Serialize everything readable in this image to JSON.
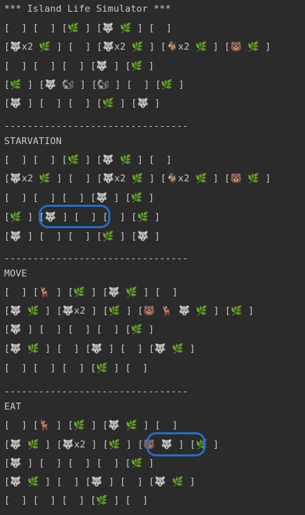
{
  "console": {
    "lines": [
      "*** Island Life Simulator ***",
      "[  ] [  ] [🌿 ] [🐺 🌿 ] [  ]",
      "[🐺x2 🌿 ] [  ] [🐺x2 🌿 ] [🐐x2 🌿 ] [🐻 🌿 ]",
      "[  ] [  ] [  ] [🐺 ] [🌿 ]",
      "[🌿 ] [🐺 🐿 ] [🐿 ] [  ] [🌿 ]",
      "[🐺 ] [  ] [  ] [🌿 ] [🐺 ]",
      "",
      "--------------------------------",
      "STARVATION",
      "[  ] [  ] [🌿 ] [🐺 🌿 ] [  ]",
      "[🐺x2 🌿 ] [  ] [🐺x2 🌿 ] [🐐x2 🌿 ] [🐻 🌿 ]",
      "[  ] [  ] [  ] [🐺 ] [🌿 ]",
      "[🌿 ] [🐺 ] [  ] [  ] [🌿 ]",
      "[🐺 ] [  ] [  ] [🌿 ] [🐺 ]",
      "",
      "--------------------------------",
      "MOVE",
      "[  ] [🦌 ] [🌿 ] [🐺 🌿 ] [  ]",
      "[🐺 🌿 ] [🐺x2 ] [🌿 ] [🐻 🦌 🐺 🌿 ] [🌿 ]",
      "[🐺 ] [  ] [  ] [  ] [🌿 ]",
      "[🐺 🌿 ] [  ] [🐺 ] [  ] [🐺 🌿 ]",
      "[  ] [  ] [  ] [🌿 ] [  ]",
      "",
      "--------------------------------",
      "EAT",
      "[  ] [🦌 ] [🌿 ] [🐺 🌿 ] [  ]",
      "[🐺 🌿 ] [🐺x2 ] [🌿 ] [🐻 🐺 ] [🌿 ]",
      "[🐺 ] [  ] [  ] [  ] [🌿 ]",
      "[🐺 🌿 ] [  ] [🐺 ] [  ] [🐺 🌿 ]",
      "[  ] [  ] [  ] [🌿 ] [  ]"
    ]
  },
  "annotation": {
    "color": "#1f70c8"
  }
}
